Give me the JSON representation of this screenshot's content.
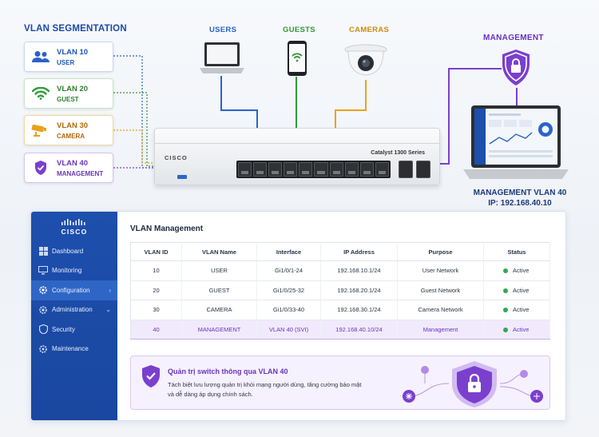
{
  "segmentation": {
    "title": "VLAN SEGMENTATION",
    "cards": [
      {
        "vlan": "VLAN 10",
        "name": "USER",
        "icon": "users-icon"
      },
      {
        "vlan": "VLAN 20",
        "name": "GUEST",
        "icon": "wifi-icon"
      },
      {
        "vlan": "VLAN 30",
        "name": "CAMERA",
        "icon": "cctv-camera-icon"
      },
      {
        "vlan": "VLAN 40",
        "name": "MANAGEMENT",
        "icon": "shield-check-icon"
      }
    ]
  },
  "devices": {
    "users": "USERS",
    "guests": "GUESTS",
    "cameras": "CAMERAS",
    "management": "MANAGEMENT"
  },
  "switch": {
    "brand": "CISCO",
    "model": "Catalyst 1300 Series"
  },
  "management_host": {
    "line1": "MANAGEMENT VLAN 40",
    "line2": "IP: 192.168.40.10"
  },
  "sidebar": {
    "logo": "CISCO",
    "items": [
      {
        "label": "Dashboard",
        "icon": "dashboard-icon"
      },
      {
        "label": "Monitoring",
        "icon": "monitor-icon"
      },
      {
        "label": "Configuration",
        "icon": "gear-icon",
        "active": true
      },
      {
        "label": "Administration",
        "icon": "admin-gear-icon"
      },
      {
        "label": "Security",
        "icon": "shield-icon"
      },
      {
        "label": "Maintenance",
        "icon": "wrench-icon"
      }
    ]
  },
  "main": {
    "title": "VLAN Management",
    "columns": [
      "VLAN ID",
      "VLAN Name",
      "Interface",
      "IP Address",
      "Purpose",
      "Status"
    ],
    "rows": [
      [
        "10",
        "USER",
        "Gi1/0/1-24",
        "192.168.10.1/24",
        "User Network",
        "Active"
      ],
      [
        "20",
        "GUEST",
        "Gi1/0/25-32",
        "192.168.20.1/24",
        "Guest Network",
        "Active"
      ],
      [
        "30",
        "CAMERA",
        "Gi1/0/33-40",
        "192.168.30.1/24",
        "Camera Network",
        "Active"
      ],
      [
        "40",
        "MANAGEMENT",
        "VLAN 40 (SVI)",
        "192.168.40.10/24",
        "Management",
        "Active"
      ]
    ]
  },
  "note": {
    "title": "Quản trị switch thông qua VLAN 40",
    "line1": "Tách biệt lưu lượng quản trị khỏi mạng người dùng, tăng cường bảo mật",
    "line2": "và dễ dàng áp dụng chính sách."
  },
  "colors": {
    "user": "#2a62c9",
    "guest": "#2f9a38",
    "camera": "#e9a21a",
    "management": "#7b3fce",
    "sidebar": "#1d4fad",
    "active": "#32a852"
  }
}
